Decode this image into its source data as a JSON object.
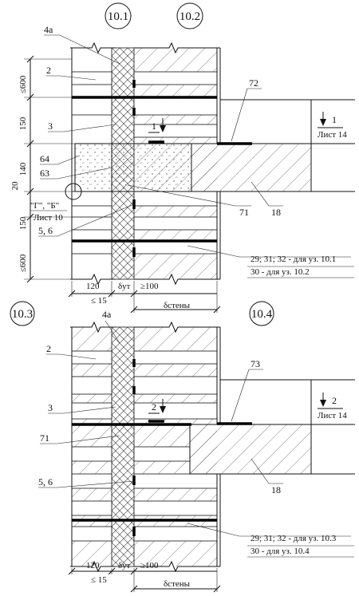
{
  "nodes": {
    "n101": "10.1",
    "n102": "10.2",
    "n103": "10.3",
    "n104": "10.4"
  },
  "top": {
    "label_4a": "4а",
    "label_2": "2",
    "label_3": "3",
    "label_64": "64",
    "label_63": "63",
    "label_72": "72",
    "label_71": "71",
    "label_18": "18",
    "label_56": "5, 6",
    "label_gb": "\"Г\", \"Б\"",
    "label_list10": "Лист 10",
    "dim_600_top": "≤600",
    "dim_150_a": "150",
    "dim_140": "140",
    "dim_20": "20",
    "dim_150_b": "150",
    "dim_600_bot": "≤600",
    "dim_120": "120",
    "dim_15": "≤ 15",
    "dim_dut": "δут",
    "dim_100": "≥100",
    "dim_dsteny": "δстены",
    "section_num": "1",
    "section_mark": "1",
    "section_sheet": "Лист 14",
    "note_1": "29; 31; 32 - для уз. 10.1",
    "note_2": "30 - для уз. 10.2"
  },
  "bottom": {
    "label_4a": "4а",
    "label_2": "2",
    "label_3": "3",
    "label_71": "71",
    "label_73": "73",
    "label_18": "18",
    "label_56": "5, 6",
    "dim_120": "120",
    "dim_15": "≤ 15",
    "dim_dut": "δут",
    "dim_100": "≥100",
    "dim_dsteny": "δстены",
    "section_num": "2",
    "section_mark": "2",
    "section_sheet": "Лист 14",
    "note_1": "29; 31; 32 - для уз. 10.3",
    "note_2": "30 - для уз. 10.4"
  }
}
